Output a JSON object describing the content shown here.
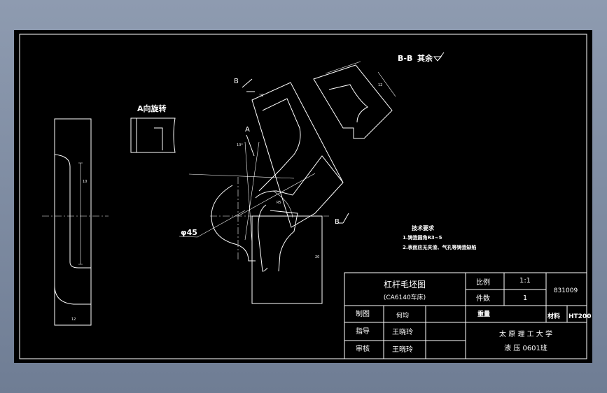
{
  "section_view": {
    "label": "B-B",
    "roughness_note": "其余"
  },
  "view_a": {
    "label": "A向旋转"
  },
  "markers": {
    "a": "A",
    "b": "B",
    "dia": "φ45",
    "angle_small": "10°"
  },
  "tech_req": {
    "title": "技术要求",
    "items": [
      "1.铸造圆角R3~5",
      "2.表面应无夹渣、气孔等铸造缺陷"
    ]
  },
  "title_block": {
    "drawing_name": "杠杆毛坯图",
    "machine": "(CA6140车床)",
    "scale_label": "比例",
    "scale_value": "1:1",
    "qty_label": "件数",
    "qty_value": "1",
    "weight_label": "重量",
    "material_label": "材料",
    "material_value": "HT200",
    "drawing_no": "831009",
    "drawn_label": "制图",
    "drawn_by": "何均",
    "guide_label": "指导",
    "guide_by": "王晓玲",
    "check_label": "审核",
    "check_by": "王晓玲",
    "school": "太 原 理 工 大 学",
    "class_name": "液 压 0601班"
  }
}
